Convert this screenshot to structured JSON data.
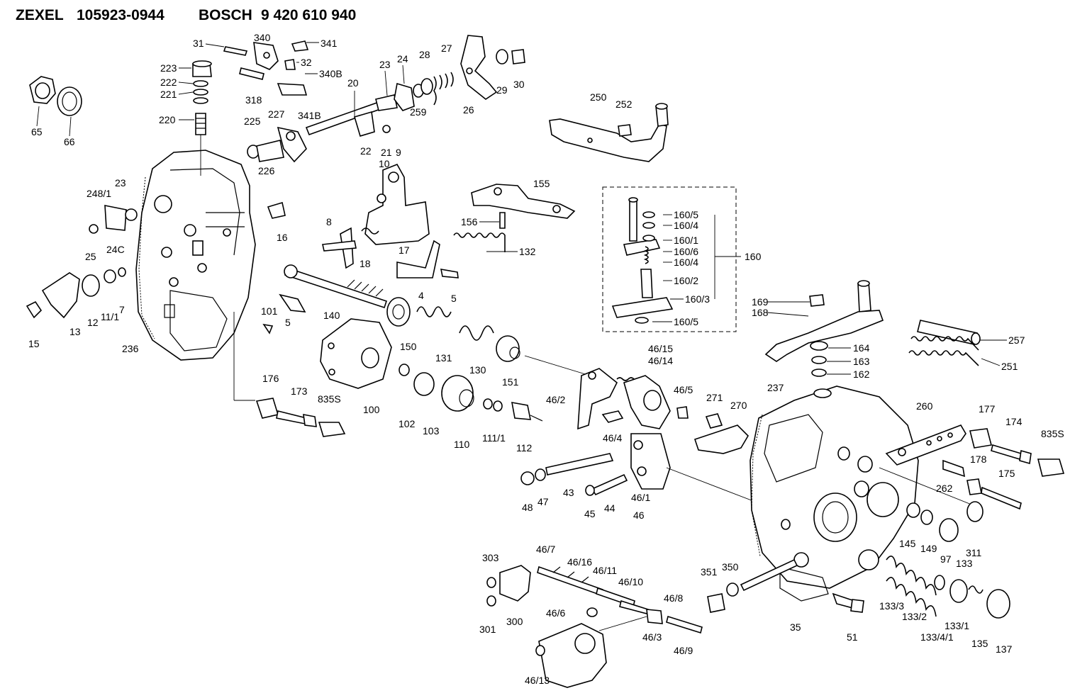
{
  "header": {
    "brand1": "ZEXEL",
    "part_no1": "105923-0944",
    "brand2": "BOSCH",
    "part_no2": "9 420 610 940"
  },
  "callouts": [
    "31",
    "340",
    "341",
    "32",
    "340B",
    "318",
    "341B",
    "223",
    "222",
    "221",
    "220",
    "65",
    "66",
    "20",
    "23",
    "24",
    "28",
    "27",
    "259",
    "29",
    "30",
    "26",
    "250",
    "252",
    "225",
    "227",
    "226",
    "22",
    "21",
    "9",
    "10",
    "155",
    "156",
    "16",
    "23",
    "248/1",
    "25",
    "24C",
    "8",
    "18",
    "17",
    "132",
    "4",
    "5",
    "160/5",
    "160/4",
    "160/1",
    "160/6",
    "160/4",
    "160/2",
    "160/3",
    "160/5",
    "160",
    "15",
    "13",
    "12",
    "11/1",
    "7",
    "236",
    "140",
    "5",
    "101",
    "150",
    "131",
    "130",
    "151",
    "169",
    "168",
    "164",
    "163",
    "162",
    "257",
    "251",
    "46/15",
    "46/14",
    "46/2",
    "46/5",
    "271",
    "270",
    "237",
    "260",
    "177",
    "174",
    "835S",
    "176",
    "173",
    "835S",
    "100",
    "102",
    "103",
    "110",
    "111/1",
    "112",
    "46/4",
    "48",
    "47",
    "43",
    "45",
    "44",
    "46/1",
    "46",
    "262",
    "178",
    "175",
    "145",
    "149",
    "311",
    "97",
    "133",
    "303",
    "46/7",
    "46/16",
    "46/11",
    "46/10",
    "301",
    "300",
    "46/6",
    "46/8",
    "46/3",
    "46/9",
    "46/13",
    "351",
    "350",
    "35",
    "51",
    "133/3",
    "133/2",
    "133/4/1",
    "133/1",
    "135",
    "137"
  ]
}
